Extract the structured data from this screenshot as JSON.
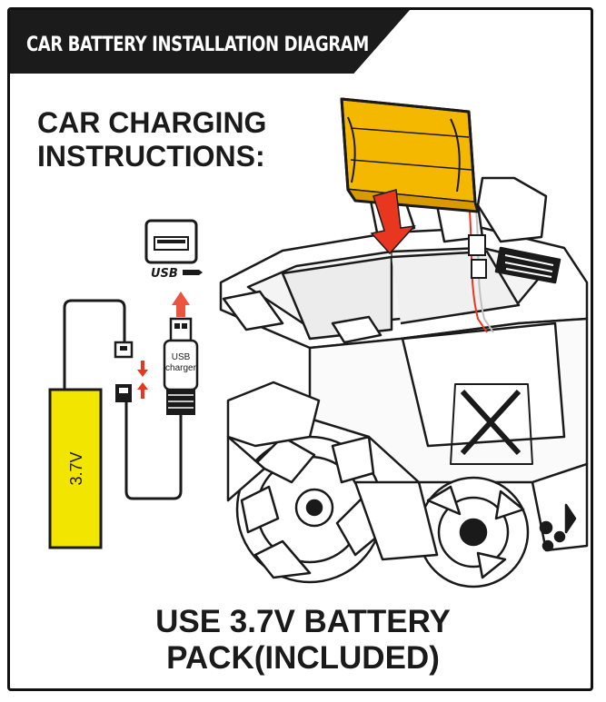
{
  "banner": {
    "title": "CAR BATTERY INSTALLATION DIAGRAM"
  },
  "heading": {
    "line1": "CAR CHARGING",
    "line2": "INSTRUCTIONS:"
  },
  "usb": {
    "label": "USB",
    "charger_line1": "USB",
    "charger_line2": "charger"
  },
  "battery": {
    "voltage_label": "3.7V"
  },
  "footer": {
    "line1": "USE 3.7V BATTERY",
    "line2": "PACK(INCLUDED)"
  },
  "colors": {
    "battery_yellow": "#f2e600",
    "pack_orange": "#f5b800",
    "arrow_red": "#e8371e",
    "banner_black": "#1b1b1b"
  }
}
